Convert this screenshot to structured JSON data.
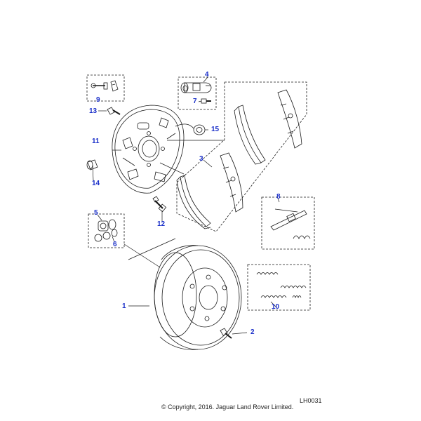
{
  "diagram": {
    "accent_color": "#1a2fc9",
    "line_color": "#1a1a1a",
    "callouts": {
      "c1": "1",
      "c2": "2",
      "c3": "3",
      "c4": "4",
      "c5": "5",
      "c6": "6",
      "c7": "7",
      "c8": "8",
      "c9": "9",
      "c10": "10",
      "c11": "11",
      "c12": "12",
      "c13": "13",
      "c14": "14",
      "c15": "15"
    },
    "reference": "LH0031",
    "copyright": "© Copyright, 2016. Jaguar Land Rover Limited."
  }
}
